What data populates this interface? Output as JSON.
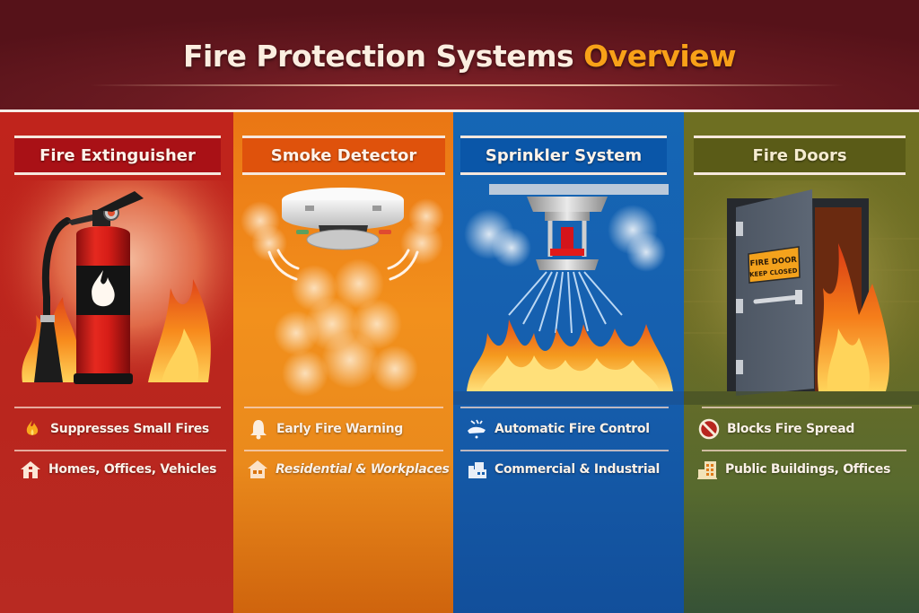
{
  "header": {
    "title_main": "Fire Protection Systems",
    "title_accent": "Overview",
    "accent_color": "#f8a118"
  },
  "panels": [
    {
      "id": "fire-extinguisher",
      "title": "Fire Extinguisher",
      "color": "#b9261e",
      "illustration": "fire-extinguisher-with-flames",
      "features": [
        {
          "icon": "flame-icon",
          "label": "Suppresses Small Fires"
        },
        {
          "icon": "house-icon",
          "label": "Homes, Offices, Vehicles"
        }
      ]
    },
    {
      "id": "smoke-detector",
      "title": "Smoke Detector",
      "color": "#f0861a",
      "illustration": "smoke-detector-with-smoke",
      "features": [
        {
          "icon": "bell-icon",
          "label": "Early Fire Warning"
        },
        {
          "icon": "house-icon",
          "label": "Residential & Workplaces"
        }
      ]
    },
    {
      "id": "sprinkler-system",
      "title": "Sprinkler System",
      "color": "#165fae",
      "illustration": "sprinkler-spraying-on-fire",
      "features": [
        {
          "icon": "sprinkler-icon",
          "label": "Automatic Fire Control"
        },
        {
          "icon": "factory-icon",
          "label": "Commercial & Industrial"
        }
      ]
    },
    {
      "id": "fire-doors",
      "title": "Fire Doors",
      "color": "#6e6d25",
      "illustration": "open-fire-door-with-flames",
      "sign": {
        "line1": "FIRE DOOR",
        "line2": "KEEP CLOSED"
      },
      "features": [
        {
          "icon": "no-entry-icon",
          "label": "Blocks Fire Spread"
        },
        {
          "icon": "office-building-icon",
          "label": "Public Buildings, Offices"
        }
      ]
    }
  ]
}
